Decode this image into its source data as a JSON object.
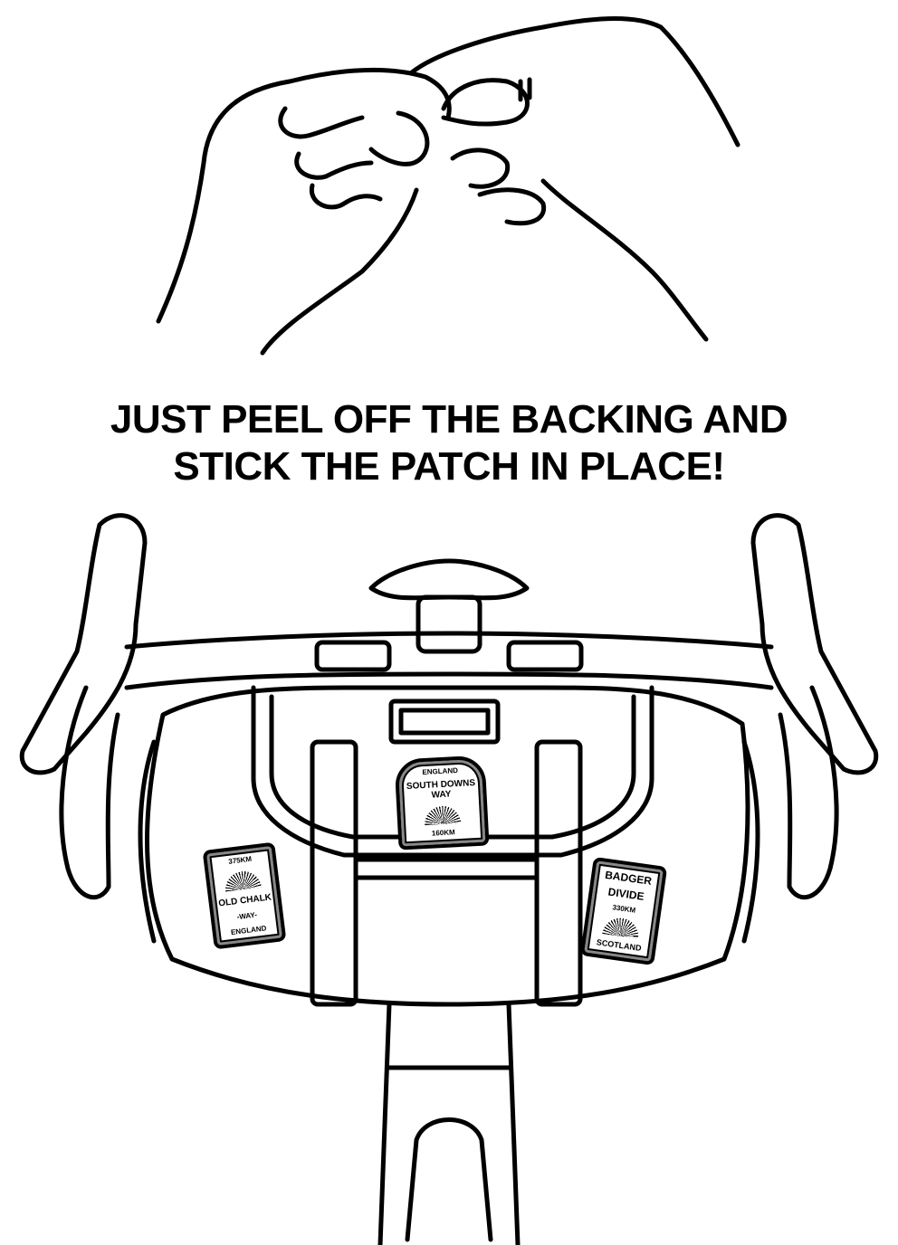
{
  "headline": {
    "line1": "JUST PEEL OFF THE BACKING AND",
    "line2": "STICK THE PATCH IN PLACE!"
  },
  "patches": {
    "south_downs": {
      "top": "ENGLAND",
      "title": "SOUTH DOWNS WAY",
      "distance": "160KM"
    },
    "old_chalk": {
      "distance": "375KM",
      "title": "OLD CHALK",
      "subtitle": "-WAY-",
      "bottom": "ENGLAND"
    },
    "badger": {
      "title1": "BADGER",
      "title2": "DIVIDE",
      "distance": "330KM",
      "bottom": "SCOTLAND"
    }
  }
}
